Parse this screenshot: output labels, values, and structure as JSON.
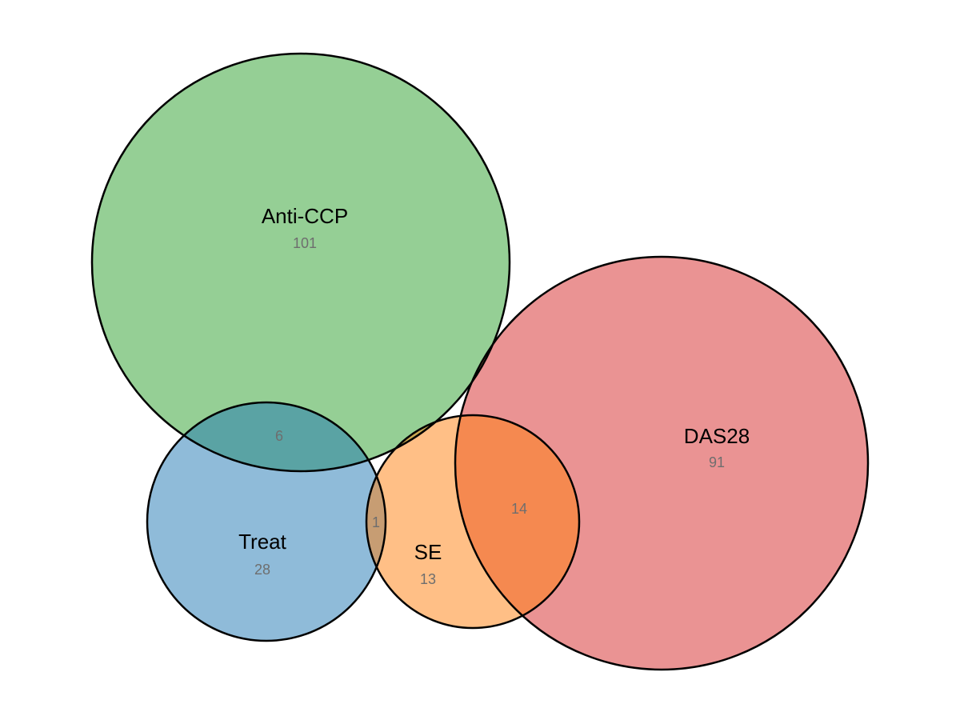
{
  "sets": [
    {
      "id": "anti_ccp",
      "name": "Anti-CCP",
      "count": "101",
      "color": "#2ca02c"
    },
    {
      "id": "treat",
      "name": "Treat",
      "count": "28",
      "color": "#1f77b4"
    },
    {
      "id": "se",
      "name": "SE",
      "count": "13",
      "color": "#ff7f0e"
    },
    {
      "id": "das28",
      "name": "DAS28",
      "count": "91",
      "color": "#d62728"
    }
  ],
  "intersections": [
    {
      "id": "anti_ccp_treat",
      "sets": [
        "Anti-CCP",
        "Treat"
      ],
      "count": "6"
    },
    {
      "id": "treat_se",
      "sets": [
        "Treat",
        "SE"
      ],
      "count": "1"
    },
    {
      "id": "se_das28",
      "sets": [
        "SE",
        "DAS28"
      ],
      "count": "14"
    }
  ],
  "style": {
    "fill_opacity": 0.5,
    "outline_color": "#000000",
    "count_color": "#6e6e6e"
  }
}
